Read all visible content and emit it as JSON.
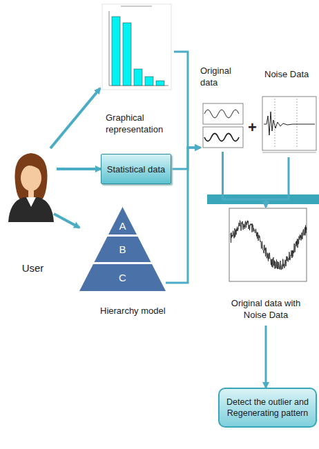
{
  "diagram": {
    "nodes": [
      {
        "text": [
          "User"
        ]
      },
      {
        "text": [
          "Graphical representation"
        ]
      },
      {
        "text": [
          "Statistical data"
        ]
      },
      {
        "text": [
          "Hierarchy model"
        ]
      },
      {
        "text": [
          "A"
        ],
        "in": 3
      },
      {
        "text": [
          "B"
        ],
        "in": 3
      },
      {
        "text": [
          "C"
        ],
        "in": 3
      },
      {
        "text": [
          "Original data"
        ]
      },
      {
        "text": [
          "Noise Data"
        ]
      },
      {
        "text": [
          "Original data with Noise Data"
        ]
      },
      {
        "text": [
          "Detect the outlier and Regenerating pattern"
        ]
      }
    ],
    "edges": [
      {
        "from": 0,
        "to": 1,
        "arrow": "to"
      },
      {
        "from": 0,
        "to": 2,
        "arrow": "to"
      },
      {
        "from": 0,
        "to": 3,
        "arrow": "to"
      },
      {
        "from": 1,
        "to": 7,
        "arrow": "to"
      },
      {
        "from": 2,
        "to": 7,
        "arrow": "to"
      },
      {
        "from": 3,
        "to": 7,
        "arrow": "to"
      },
      {
        "from": 7,
        "to": 9,
        "arrow": "to"
      },
      {
        "from": 8,
        "to": 9,
        "arrow": "to"
      },
      {
        "from": 9,
        "to": 10,
        "arrow": "to"
      }
    ],
    "labels": [
      "+"
    ]
  }
}
